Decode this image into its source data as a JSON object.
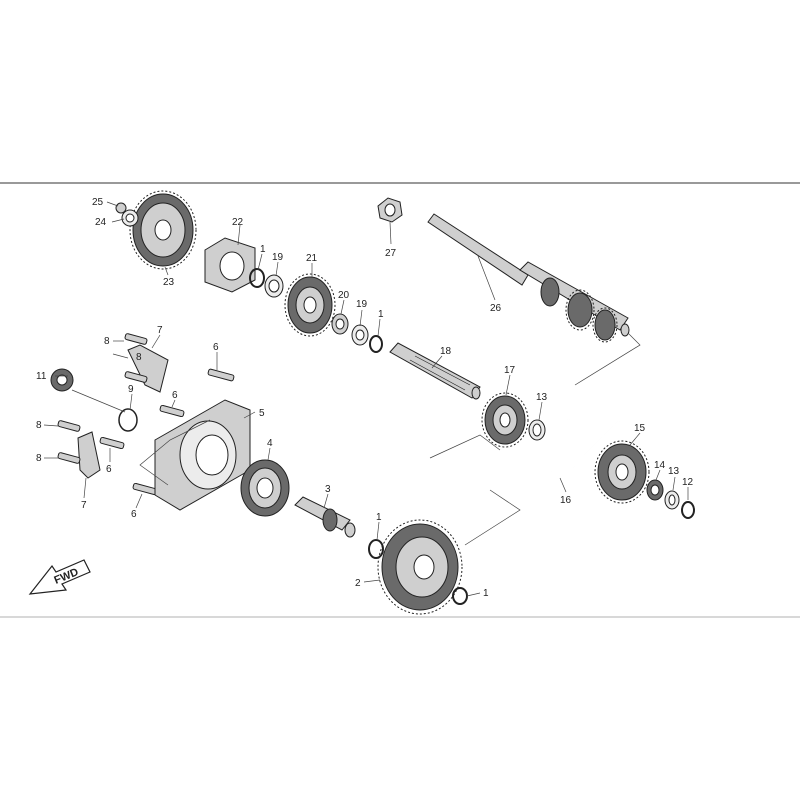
{
  "diagram": {
    "forward_label": "FWD",
    "callouts": {
      "c1a": "1",
      "c1b": "1",
      "c1c": "1",
      "c1d": "1",
      "c2": "2",
      "c3": "3",
      "c4": "4",
      "c5": "5",
      "c6a": "6",
      "c6b": "6",
      "c6c": "6",
      "c6d": "6",
      "c7a": "7",
      "c7b": "7",
      "c8a": "8",
      "c8b": "8",
      "c8c": "8",
      "c8d": "8",
      "c9": "9",
      "c11": "11",
      "c12": "12",
      "c13a": "13",
      "c13b": "13",
      "c14": "14",
      "c15": "15",
      "c16": "16",
      "c17": "17",
      "c18": "18",
      "c19a": "19",
      "c19b": "19",
      "c20": "20",
      "c21": "21",
      "c22": "22",
      "c23": "23",
      "c24": "24",
      "c25": "25",
      "c26": "26",
      "c27": "27"
    }
  }
}
